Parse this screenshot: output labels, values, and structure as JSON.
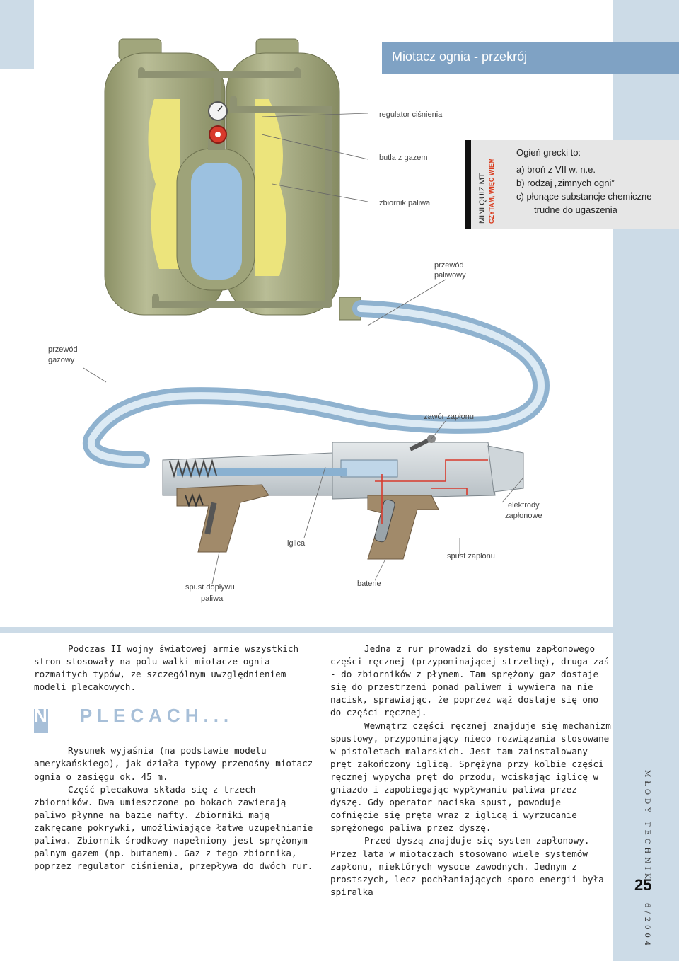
{
  "title": "Miotacz ognia - przekrój",
  "quiz": {
    "label": "MINI QUIZ MT",
    "sublabel": "CZYTAM, WIĘC WIEM",
    "question": "Ogień grecki to:",
    "answers": {
      "a": "a) broń z VII w. n.e.",
      "b": "b) rodzaj „zimnych ogni”",
      "c1": "c) płonące substancje chemiczne",
      "c2": "trudne do ugaszenia"
    }
  },
  "diagram_labels": {
    "regulator": "regulator ciśnienia",
    "butla": "butla z gazem",
    "zbiornik": "zbiornik paliwa",
    "przewod_paliwowy_1": "przewód",
    "przewod_paliwowy_2": "paliwowy",
    "przewod_gazowy_1": "przewód",
    "przewod_gazowy_2": "gazowy",
    "zawor": "zawór zapłonu",
    "elektrody_1": "elektrody",
    "elektrody_2": "zapłonowe",
    "iglica": "iglica",
    "spust_zaplonu": "spust zapłonu",
    "spust_doplywu_1": "spust dopływu",
    "spust_doplywu_2": "paliwa",
    "baterie": "baterie"
  },
  "left_column": {
    "intro": "Podczas II wojny światowej armie wszystkich stron stosowały na polu walki miotacze ognia rozmaitych typów, ze szczególnym uwzględnieniem modeli plecakowych.",
    "heading_first": "NA",
    "heading_rest": " PLECACH...",
    "p1": "Rysunek wyjaśnia (na podstawie modelu amerykańskiego), jak działa typowy przenośny miotacz ognia o zasięgu ok. 45 m.",
    "p2": "Część plecakowa składa się z trzech zbiorników. Dwa umieszczone po bokach zawierają paliwo płynne na bazie nafty. Zbiorniki mają zakręcane pokrywki, umożliwiające łatwe uzupełnianie paliwa. Zbiornik środkowy napełniony jest sprężonym palnym gazem (np. butanem). Gaz z tego zbiornika, poprzez regulator ciśnienia, przepływa do dwóch rur."
  },
  "right_column": {
    "p1": "Jedna z rur prowadzi do systemu zapłonowego części ręcznej (przypominającej strzelbę), druga zaś - do zbiorników z płynem. Tam sprężony gaz dostaje się do przestrzeni ponad paliwem i wywiera na nie nacisk, sprawiając, że poprzez wąż dostaje się ono do części ręcznej.",
    "p2": "Wewnątrz części ręcznej znajduje się mechanizm spustowy, przypominający nieco rozwiązania stosowane w pistoletach malarskich. Jest tam zainstalowany pręt zakończony iglicą. Sprężyna przy kolbie części ręcznej wypycha pręt do przodu, wciskając iglicę w gniazdo i zapobiegając wypływaniu paliwa przez dyszę. Gdy operator naciska spust, powoduje cofnięcie się pręta wraz z iglicą i wyrzucanie sprężonego paliwa przez dyszę.",
    "p3": "Przed dyszą znajduje się system zapłonowy. Przez lata w miotaczach stosowano wiele systemów zapłonu, niektórych wysoce zawodnych. Jednym z prostszych, lecz pochłaniających sporo energii była spiralka"
  },
  "sidebar": {
    "magazine": "MŁODY TECHNIK",
    "page": "25",
    "issue": "6/2004"
  },
  "colors": {
    "band": "#ccdbe7",
    "title_bar": "#7fa2c4",
    "heading": "#a7bfd8",
    "tank": "#a9ae84",
    "fuel": "#ece47c",
    "gas": "#9cc1e0"
  }
}
